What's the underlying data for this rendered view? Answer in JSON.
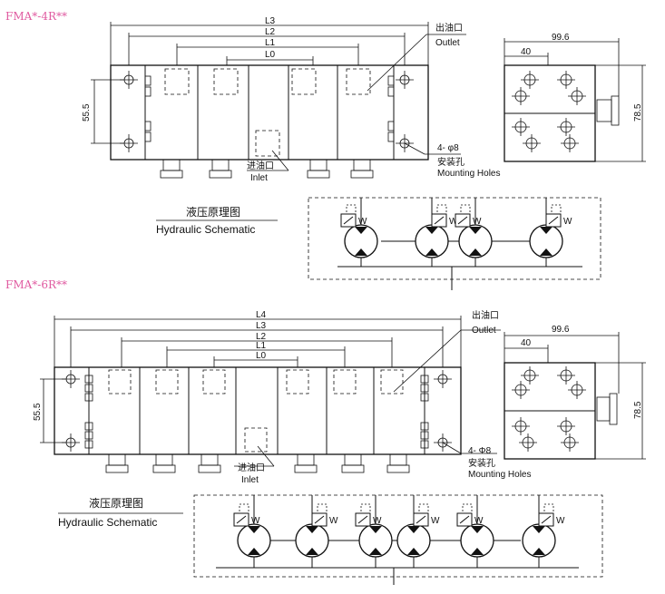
{
  "models": [
    {
      "code": "FMA*-4R**",
      "sections": 4
    },
    {
      "code": "FMA*-6R**",
      "sections": 6
    }
  ],
  "dims": {
    "L0": "L0",
    "L1": "L1",
    "L2": "L2",
    "L3": "L3",
    "L4": "L4",
    "height": "55.5",
    "width": "99.6",
    "offset": "40",
    "depth": "78.5"
  },
  "callouts": {
    "outlet_cn": "出油口",
    "outlet_en": "Outlet",
    "inlet_cn": "进油口",
    "inlet_en": "Inlet",
    "holes_spec_4r": "4- φ8",
    "holes_spec_6r": "4- Φ8",
    "holes_cn": "安装孔",
    "holes_en": "Mounting Holes"
  },
  "schematic": {
    "title_cn": "液压原理图",
    "title_en": "Hydraulic Schematic"
  },
  "valve_letter": "W",
  "colors": {
    "model_code": "#e05aa0",
    "line": "#111111"
  }
}
